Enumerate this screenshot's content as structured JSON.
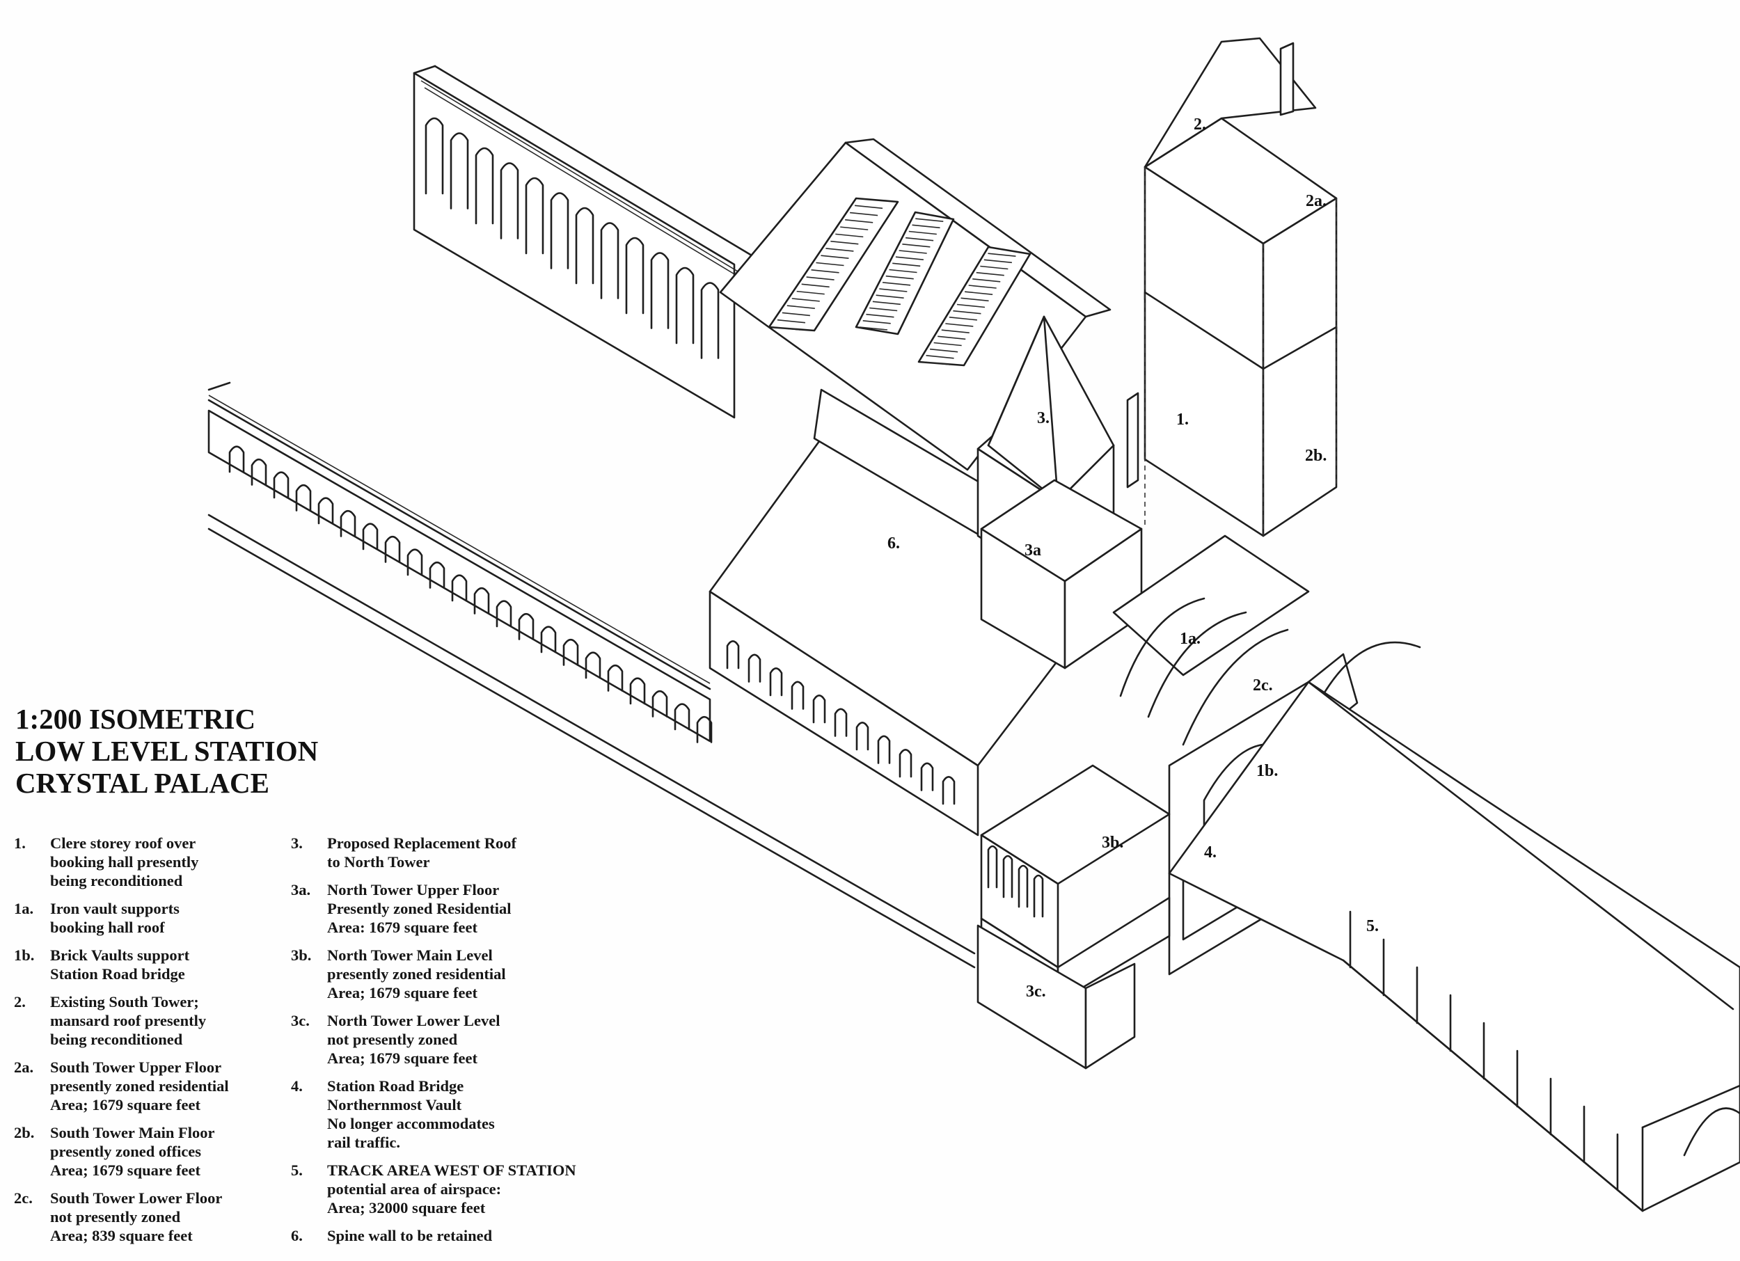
{
  "title": [
    "1:200 ISOMETRIC",
    "LOW LEVEL STATION",
    "CRYSTAL PALACE"
  ],
  "callouts": [
    {
      "id": "2",
      "text": "2."
    },
    {
      "id": "2a",
      "text": "2a."
    },
    {
      "id": "1",
      "text": "1."
    },
    {
      "id": "3",
      "text": "3."
    },
    {
      "id": "2b",
      "text": "2b."
    },
    {
      "id": "6",
      "text": "6."
    },
    {
      "id": "3a",
      "text": "3a"
    },
    {
      "id": "1a",
      "text": "1a."
    },
    {
      "id": "2c",
      "text": "2c."
    },
    {
      "id": "1b",
      "text": "1b."
    },
    {
      "id": "3b",
      "text": "3b."
    },
    {
      "id": "4",
      "text": "4."
    },
    {
      "id": "5",
      "text": "5."
    },
    {
      "id": "3c",
      "text": "3c."
    }
  ],
  "legend": {
    "left": [
      {
        "num": "1.",
        "lines": [
          "Clere storey roof over",
          "booking hall presently",
          "being reconditioned"
        ]
      },
      {
        "num": "1a.",
        "lines": [
          "Iron vault supports",
          "booking hall roof"
        ]
      },
      {
        "num": "1b.",
        "lines": [
          "Brick Vaults support",
          "Station Road bridge"
        ]
      },
      {
        "num": "2.",
        "lines": [
          "Existing South Tower;",
          "mansard roof presently",
          "being reconditioned"
        ]
      },
      {
        "num": "2a.",
        "lines": [
          "South Tower Upper Floor",
          "presently zoned residential",
          "Area; 1679 square feet"
        ]
      },
      {
        "num": "2b.",
        "lines": [
          "South Tower Main Floor",
          "presently zoned offices",
          "Area; 1679 square feet"
        ]
      },
      {
        "num": "2c.",
        "lines": [
          "South Tower Lower Floor",
          "not presently zoned",
          "Area; 839 square feet"
        ]
      }
    ],
    "right": [
      {
        "num": "3.",
        "lines": [
          "Proposed Replacement Roof",
          "to North Tower"
        ]
      },
      {
        "num": "3a.",
        "lines": [
          "North Tower Upper Floor",
          "Presently zoned Residential",
          "Area: 1679 square feet"
        ]
      },
      {
        "num": "3b.",
        "lines": [
          "North Tower Main Level",
          "presently zoned residential",
          "Area; 1679 square feet"
        ]
      },
      {
        "num": "3c.",
        "lines": [
          "North Tower Lower Level",
          "not presently zoned",
          "Area; 1679 square feet"
        ]
      },
      {
        "num": "4.",
        "lines": [
          "Station Road Bridge",
          "Northernmost Vault",
          "No longer accommodates",
          "rail traffic."
        ]
      },
      {
        "num": "5.",
        "lines": [
          "TRACK AREA WEST OF STATION",
          "potential area of airspace:",
          "Area; 32000 square feet"
        ]
      },
      {
        "num": "6.",
        "lines": [
          "Spine wall to be retained"
        ]
      }
    ]
  }
}
